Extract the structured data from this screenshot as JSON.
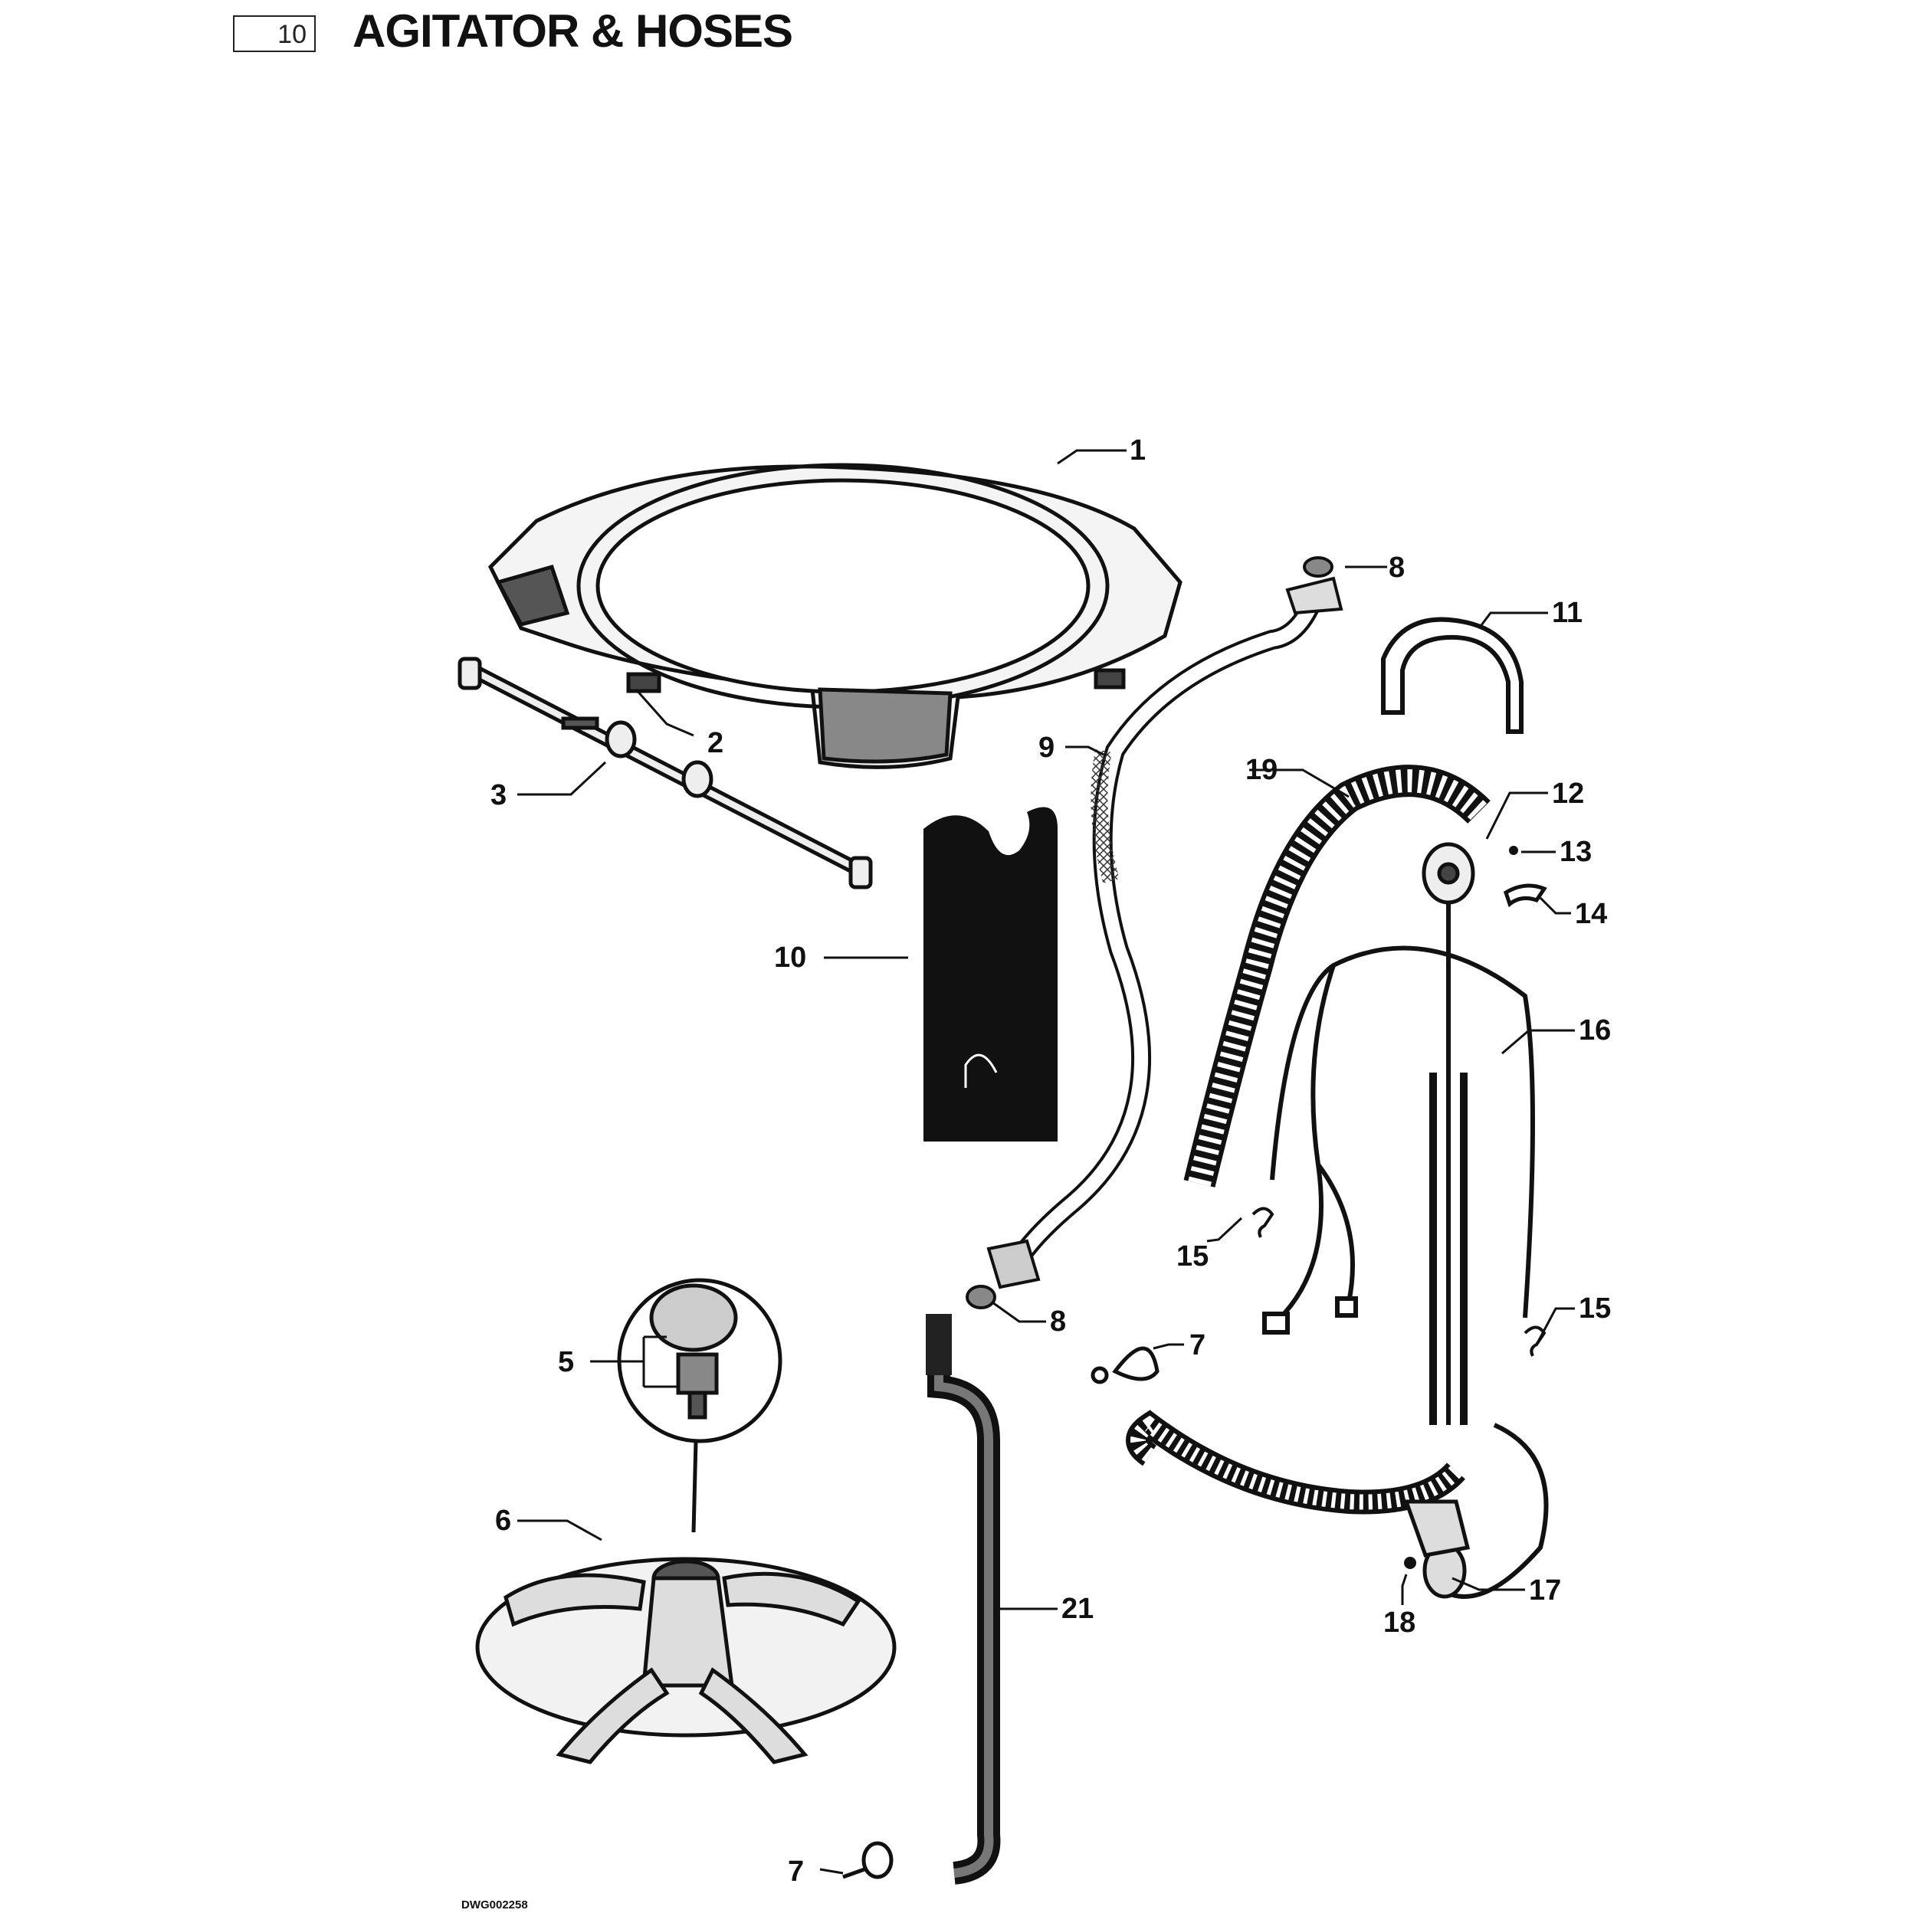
{
  "header": {
    "page_number": "10",
    "title": "AGITATOR & HOSES"
  },
  "drawing_code": "DWG002258",
  "callouts": [
    "1",
    "2",
    "3",
    "5",
    "6",
    "7",
    "7",
    "8",
    "8",
    "9",
    "10",
    "11",
    "12",
    "13",
    "14",
    "15",
    "15",
    "16",
    "17",
    "18",
    "19",
    "21"
  ]
}
